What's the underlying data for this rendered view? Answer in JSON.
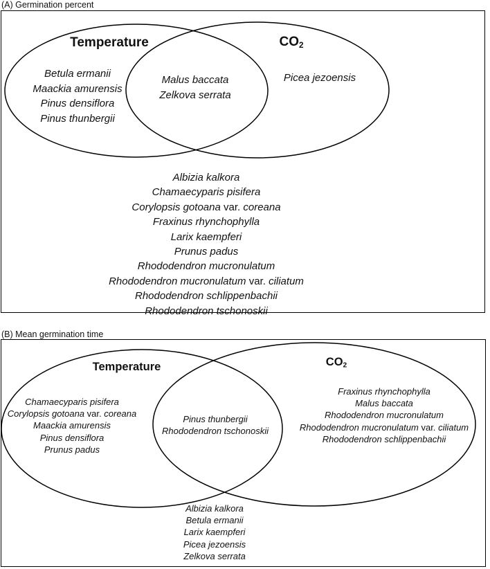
{
  "panel_a": {
    "label": "(A) Germination percent",
    "temperature_heading": "Temperature",
    "co2_heading_main": "CO",
    "co2_heading_sub": "2",
    "temperature_only": [
      "Betula ermanii",
      "Maackia amurensis",
      "Pinus densiflora",
      "Pinus thunbergii"
    ],
    "both": [
      "Malus baccata",
      "Zelkova serrata"
    ],
    "co2_only": [
      "Picea jezoensis"
    ],
    "neither": [
      {
        "text": "Albizia kalkora"
      },
      {
        "text": "Chamaecyparis pisifera"
      },
      {
        "text": "Corylopsis gotoana",
        "rank": "var.",
        "infra": "coreana"
      },
      {
        "text": "Fraxinus rhynchophylla"
      },
      {
        "text": "Larix kaempferi"
      },
      {
        "text": "Prunus padus"
      },
      {
        "text": "Rhododendron mucronulatum"
      },
      {
        "text": "Rhododendron mucronulatum",
        "rank": "var.",
        "infra": "ciliatum"
      },
      {
        "text": "Rhododendron schlippenbachii"
      },
      {
        "text": "Rhododendron tschonoskii"
      }
    ]
  },
  "panel_b": {
    "label": "(B) Mean germination time",
    "temperature_heading": "Temperature",
    "co2_heading_main": "CO",
    "co2_heading_sub": "2",
    "temperature_only": [
      {
        "text": "Chamaecyparis pisifera"
      },
      {
        "text": "Corylopsis gotoana",
        "rank": "var.",
        "infra": "coreana"
      },
      {
        "text": "Maackia amurensis"
      },
      {
        "text": "Pinus densiflora"
      },
      {
        "text": "Prunus padus"
      }
    ],
    "both": [
      "Pinus thunbergii",
      "Rhododendron tschonoskii"
    ],
    "co2_only": [
      {
        "text": "Fraxinus rhynchophylla"
      },
      {
        "text": "Malus baccata"
      },
      {
        "text": "Rhododendron mucronulatum"
      },
      {
        "text": "Rhododendron mucronulatum",
        "rank": "var.",
        "infra": "ciliatum"
      },
      {
        "text": "Rhododendron schlippenbachii"
      }
    ],
    "neither": [
      "Albizia kalkora",
      "Betula ermanii",
      "Larix kaempferi",
      "Picea jezoensis",
      "Zelkova serrata"
    ]
  }
}
